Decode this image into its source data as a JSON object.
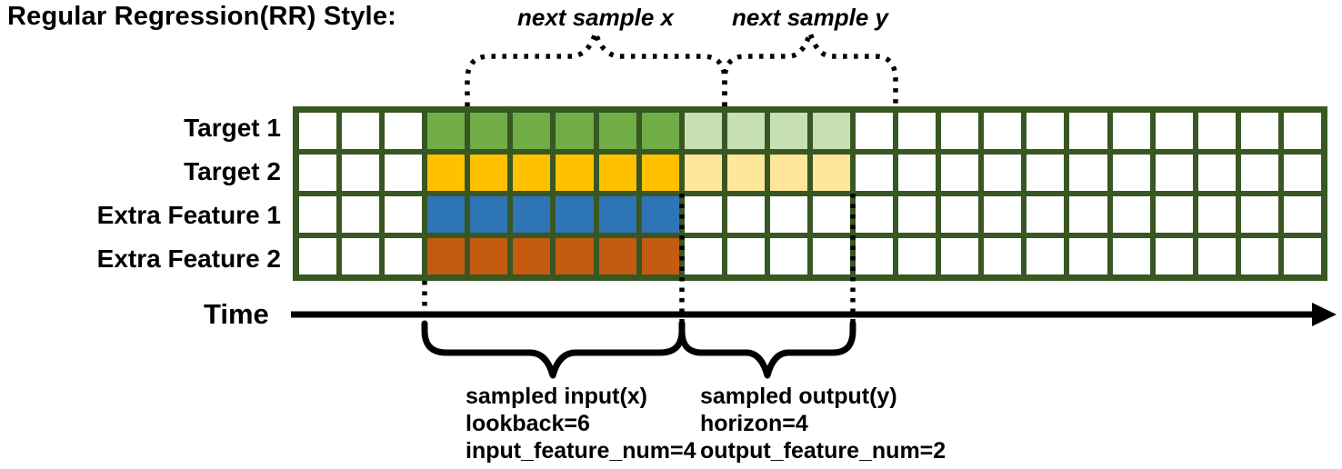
{
  "title": "Regular Regression(RR) Style:",
  "colors": {
    "grid_border": "#385723",
    "empty_cell": "#FFFFFF",
    "target1_input": "#70AD47",
    "target1_output": "#C6E0B4",
    "target2_input": "#FFC000",
    "target2_output": "#FFE699",
    "extra_feature1_input": "#2E75B6",
    "extra_feature2_input": "#C55A11",
    "annotation": "#000000"
  },
  "grid": {
    "columns": 24,
    "input_start_col": 4,
    "lookback": 6,
    "horizon": 4,
    "rows": [
      {
        "label": "Target 1",
        "input_color_key": "target1_input",
        "output_color_key": "target1_output"
      },
      {
        "label": "Target 2",
        "input_color_key": "target2_input",
        "output_color_key": "target2_output"
      },
      {
        "label": "Extra Feature 1",
        "input_color_key": "extra_feature1_input",
        "output_color_key": null
      },
      {
        "label": "Extra Feature 2",
        "input_color_key": "extra_feature2_input",
        "output_color_key": null
      }
    ]
  },
  "annotations": {
    "next_sample_x": "next sample x",
    "next_sample_y": "next sample y",
    "time_label": "Time",
    "sampled_input_lines": [
      "sampled input(x)",
      "lookback=6",
      "input_feature_num=4"
    ],
    "sampled_output_lines": [
      "sampled output(y)",
      "horizon=4",
      "output_feature_num=2"
    ]
  }
}
